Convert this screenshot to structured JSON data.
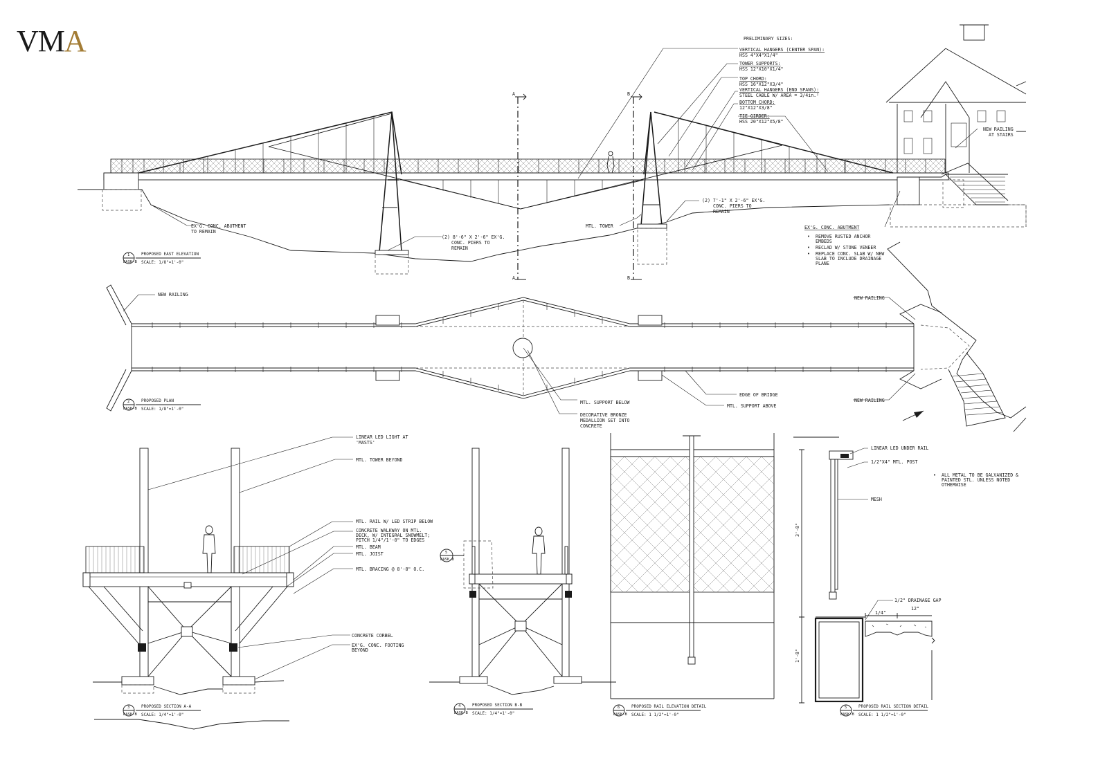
{
  "logo": {
    "main": "VM",
    "accent": "A"
  },
  "colors": {
    "accent": "#a37c35",
    "ink": "#1a1a1a"
  },
  "section_markers": {
    "a": "A",
    "b": "B"
  },
  "preliminary": {
    "title": "PRELIMINARY SIZES:",
    "items": [
      {
        "head": "VERTICAL HANGERS (CENTER SPAN):",
        "spec": "HSS 4\"X4\"X1/4\""
      },
      {
        "head": "TOWER SUPPORTS:",
        "spec": "HSS 12\"X10\"X1/4\""
      },
      {
        "head": "TOP CHORD:",
        "spec": "HSS 16\"X12\"X3/4\""
      },
      {
        "head": "VERTICAL HANGERS (END SPANS):",
        "spec": "STEEL CABLE W/ AREA = 3/4in.²"
      },
      {
        "head": "BOTTOM CHORD:",
        "spec": "12\"X12\"X3/8\""
      },
      {
        "head": "TIE GIRDER:",
        "spec": "HSS 20\"X12\"X5/8\""
      }
    ]
  },
  "elevation": {
    "abut_left": [
      "EX'G. CONC. ABUTMENT",
      "TO REMAIN"
    ],
    "piers_left": [
      "(2) 8'-6\" X 2'-6\" EX'G.",
      "CONC. PIERS TO",
      "REMAIN"
    ],
    "tower": "MTL. TOWER",
    "piers_right": [
      "(2) 7'-1\" X 2'-6\" EX'G.",
      "CONC. PIERS TO",
      "REMAIN"
    ],
    "abut_right": "EX'G. CONC. ABUTMENT",
    "notes": [
      "REMOVE RUSTED ANCHOR",
      "EMBEDS",
      "RECLAD W/ STONE VENEER",
      "REPLACE CONC. SLAB W/ NEW",
      "SLAB TO INCLUDE DRAINAGE",
      "PLANE"
    ],
    "stairs": [
      "NEW RAILING",
      "AT STAIRS"
    ]
  },
  "plan": {
    "railing_left": "NEW RAILING",
    "railing_top": "NEW RAILING",
    "railing_bottom": "NEW RAILING",
    "support_below": "MTL. SUPPORT BELOW",
    "medallion": [
      "DECORATIVE BRONZE",
      "MEDALLION SET INTO",
      "CONCRETE"
    ],
    "edge": "EDGE OF BRIDGE",
    "support_above": "MTL. SUPPORT ABOVE"
  },
  "section_a": {
    "led_light": [
      "LINEAR LED LIGHT AT",
      "'MASTS'"
    ],
    "tower_beyond": "MTL. TOWER BEYOND",
    "rail": "MTL. RAIL W/ LED STRIP BELOW",
    "walkway": [
      "CONCRETE WALKWAY ON MTL.",
      "DECK, W/ INTEGRAL SNOWMELT;",
      "PITCH 1/4\"/1'-0\" TO EDGES"
    ],
    "beam": "MTL. BEAM",
    "joist": "MTL. JOIST",
    "bracing": "MTL. BRACING @ 8'-8\" O.C.",
    "corbel": "CONCRETE CORBEL",
    "footing": [
      "EX'G. CONC. FOOTING",
      "BEYOND"
    ]
  },
  "rail_detail": {
    "led_under": "LINEAR LED UNDER RAIL",
    "post": "1/2\"X4\" MTL. POST",
    "mesh": "MESH",
    "gap": "1/2\" DRAINAGE GAP",
    "dim_quarter": "1/4\"",
    "dim_12": "12\"",
    "dim_vertical_top": "3'-8\"",
    "dim_vertical_bottom": "1'-8\"",
    "note": [
      "ALL METAL TO BE GALVANIZED &",
      "PAINTED STL. UNLESS NOTED",
      "OTHERWISE"
    ]
  },
  "titles": [
    {
      "num": "1",
      "sheet": "DASK-B",
      "title": "PROPOSED EAST ELEVATION",
      "scale": "SCALE: 1/8\"=1'-0\""
    },
    {
      "num": "2",
      "sheet": "DASK-B",
      "title": "PROPOSED PLAN",
      "scale": "SCALE: 1/8\"=1'-0\""
    },
    {
      "num": "3",
      "sheet": "DASK-B",
      "title": "PROPOSED SECTION A-A",
      "scale": "SCALE: 1/4\"=1'-0\""
    },
    {
      "num": "4",
      "sheet": "DASK-B",
      "title": "PROPOSED SECTION B-B",
      "scale": "SCALE: 1/4\"=1'-0\""
    },
    {
      "num": "6",
      "sheet": "DASK-B",
      "title": "PROPOSED RAIL ELEVATION DETAIL",
      "scale": "SCALE: 1 1/2\"=1'-0\""
    },
    {
      "num": "5",
      "sheet": "DASK-B",
      "title": "PROPOSED RAIL SECTION DETAIL",
      "scale": "SCALE: 1 1/2\"=1'-0\""
    }
  ],
  "callout_tag": {
    "num": "5",
    "sheet": "DASK-B"
  }
}
